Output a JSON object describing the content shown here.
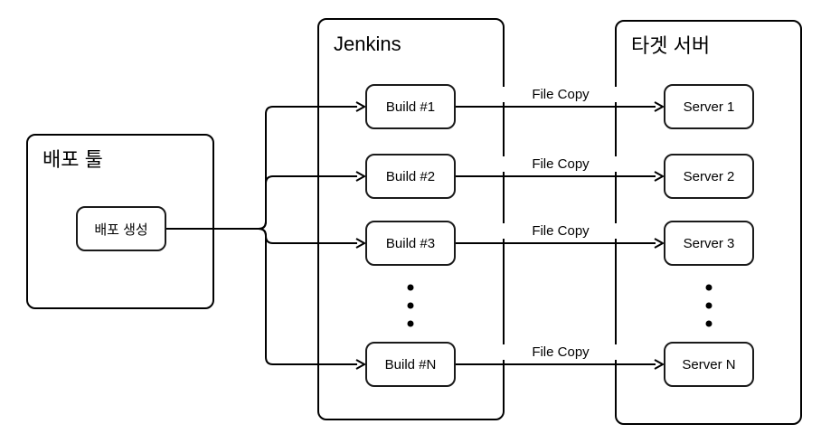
{
  "canvas": {
    "background": "#ffffff",
    "stroke_color": "#000000"
  },
  "groups": {
    "deploy_tool": {
      "title": "배포 툴"
    },
    "jenkins": {
      "title": "Jenkins"
    },
    "target_server": {
      "title": "타겟 서버"
    }
  },
  "nodes": {
    "deploy_create": {
      "label": "배포 생성"
    },
    "builds": [
      {
        "label": "Build #1"
      },
      {
        "label": "Build #2"
      },
      {
        "label": "Build #3"
      },
      {
        "label": "Build #N"
      }
    ],
    "servers": [
      {
        "label": "Server 1"
      },
      {
        "label": "Server 2"
      },
      {
        "label": "Server 3"
      },
      {
        "label": "Server N"
      }
    ]
  },
  "edges": {
    "file_copy_labels": [
      {
        "label": "File Copy"
      },
      {
        "label": "File Copy"
      },
      {
        "label": "File Copy"
      },
      {
        "label": "File Copy"
      }
    ]
  }
}
